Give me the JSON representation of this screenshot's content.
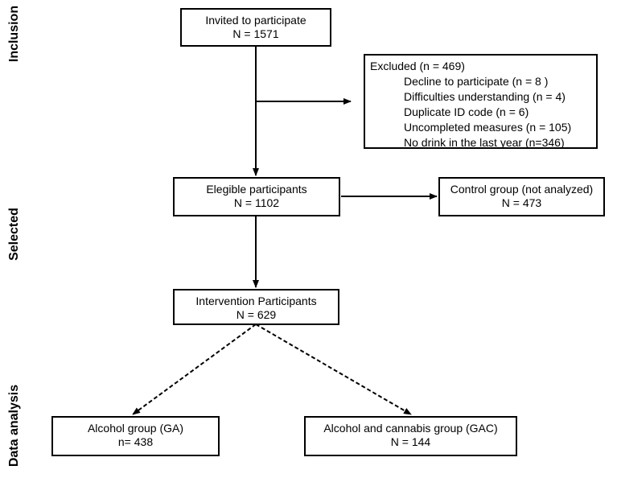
{
  "side_labels": {
    "inclusion": "Inclusion",
    "selected": "Selected",
    "data_analysis": "Data analysis"
  },
  "boxes": {
    "invited": {
      "title": "Invited to participate",
      "count": "N = 1571"
    },
    "excluded": {
      "title": "Excluded (n = 469)",
      "reasons": [
        "Decline to participate (n = 8 )",
        "Difficulties understanding (n = 4)",
        "Duplicate ID code (n = 6)",
        "Uncompleted measures (n = 105)",
        "No drink in the last year (n=346)"
      ]
    },
    "eligible": {
      "title": "Elegible participants",
      "count": "N = 1102"
    },
    "control": {
      "title": "Control group (not analyzed)",
      "count": "N = 473"
    },
    "intervention": {
      "title": "Intervention Participants",
      "count": "N = 629"
    },
    "alcohol": {
      "title": "Alcohol group (GA)",
      "count": "n= 438"
    },
    "alcohol_cannabis": {
      "title": "Alcohol and cannabis group (GAC)",
      "count": "N = 144"
    }
  }
}
